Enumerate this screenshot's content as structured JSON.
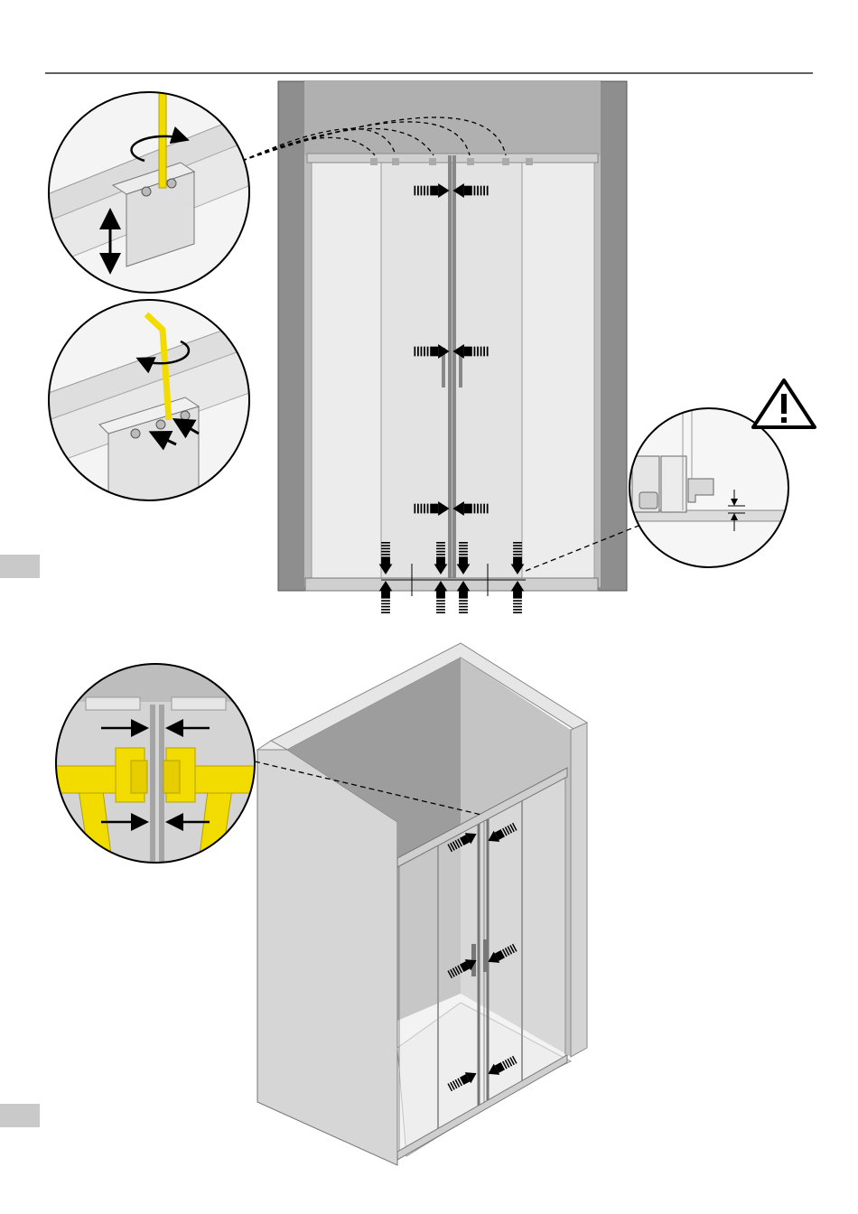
{
  "page": {
    "description_visible_text": "",
    "tab_color": "#c9c9c9",
    "accent_color": "#f2dc00",
    "frame_color": "#8e8e8e",
    "glass_color": "#e9e9e9"
  },
  "figures": {
    "top": {
      "view": "front-elevation",
      "details": [
        "top-screw-adjustment",
        "hex-key-tightening",
        "bottom-clearance-warning"
      ]
    },
    "bottom": {
      "view": "isometric",
      "details": [
        "door-alignment-clamps"
      ]
    }
  },
  "icons": [
    "rotate-arrow-icon",
    "vertical-adjust-arrow-icon",
    "push-arrow-icon",
    "warning-triangle-icon"
  ]
}
